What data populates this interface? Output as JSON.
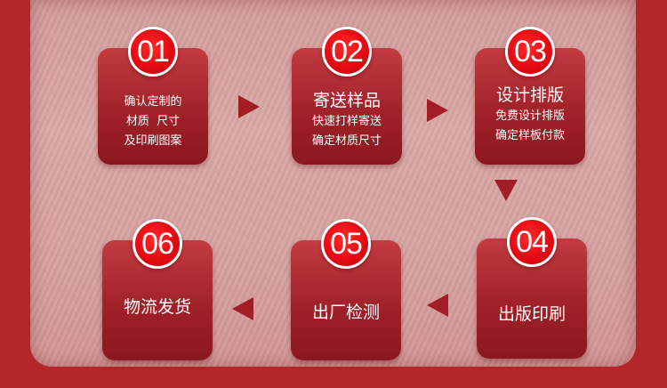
{
  "steps": [
    {
      "number": "01",
      "lines": [
        "确认定制的",
        "材质  尺寸",
        "及印刷图案"
      ]
    },
    {
      "number": "02",
      "title": "寄送样品",
      "lines": [
        "快速打样寄送",
        "确定材质尺寸"
      ]
    },
    {
      "number": "03",
      "title": "设计排版",
      "lines": [
        "免费设计排版",
        "确定样板付款"
      ]
    },
    {
      "number": "04",
      "title": "出版印刷"
    },
    {
      "number": "05",
      "title": "出厂检测"
    },
    {
      "number": "06",
      "title": "物流发货"
    }
  ],
  "colors": {
    "background": "#b3272b",
    "card": "#9e1f27",
    "badge": "#e40b12",
    "arrow": "#a21d25"
  }
}
